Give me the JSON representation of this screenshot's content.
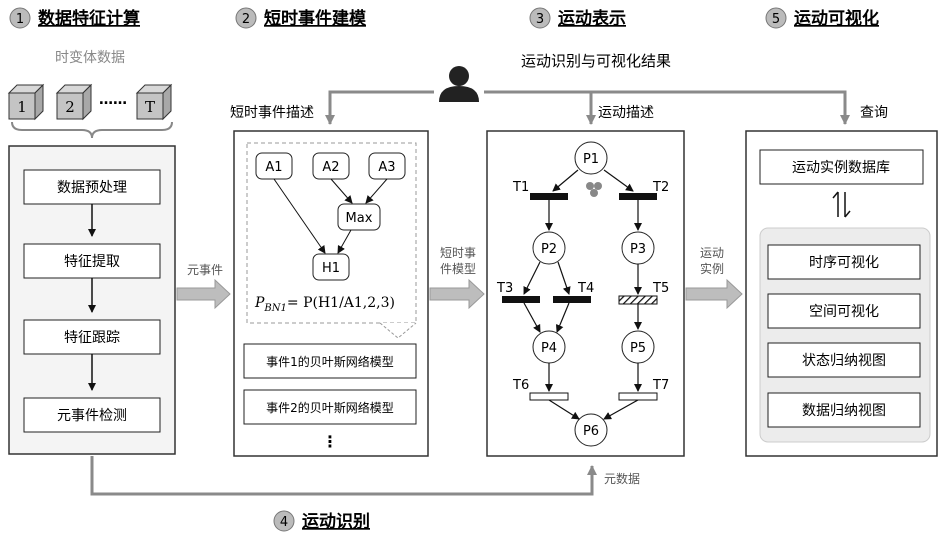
{
  "sections": {
    "s1": {
      "num": "1",
      "title": "数据特征计算"
    },
    "s2": {
      "num": "2",
      "title": "短时事件建模"
    },
    "s3": {
      "num": "3",
      "title": "运动表示"
    },
    "s4": {
      "num": "4",
      "title": "运动识别"
    },
    "s5": {
      "num": "5",
      "title": "运动可视化"
    }
  },
  "time_series": {
    "label": "时变体数据",
    "cube1": "1",
    "cube2": "2",
    "dots": "……",
    "cubeT": "T"
  },
  "pipeline": [
    "数据预处理",
    "特征提取",
    "特征跟踪",
    "元事件检测"
  ],
  "arrow_labels": {
    "meta_event": "元事件",
    "short_event_model_1": "短时事",
    "short_event_model_2": "件模型",
    "motion_instance_1": "运动",
    "motion_instance_2": "实例",
    "meta_data": "元数据"
  },
  "feedback": {
    "result": "运动识别与可视化结果",
    "short_desc": "短时事件描述",
    "motion_desc": "运动描述",
    "query": "查询"
  },
  "bayes": {
    "nodes": [
      "A1",
      "A2",
      "A3",
      "Max",
      "H1"
    ],
    "formula_lhs": "P",
    "formula_sub": "BN1",
    "formula_rhs": "= P(H1/A1,2,3)",
    "models": [
      "事件1的贝叶斯网络模型",
      "事件2的贝叶斯网络模型"
    ],
    "more": "⋮"
  },
  "petri": {
    "places": [
      "P1",
      "P2",
      "P3",
      "P4",
      "P5",
      "P6"
    ],
    "transitions": [
      "T1",
      "T2",
      "T3",
      "T4",
      "T5",
      "T6",
      "T7"
    ]
  },
  "visualization": {
    "db": "运动实例数据库",
    "views": [
      "时序可视化",
      "空间可视化",
      "状态归纳视图",
      "数据归纳视图"
    ]
  }
}
